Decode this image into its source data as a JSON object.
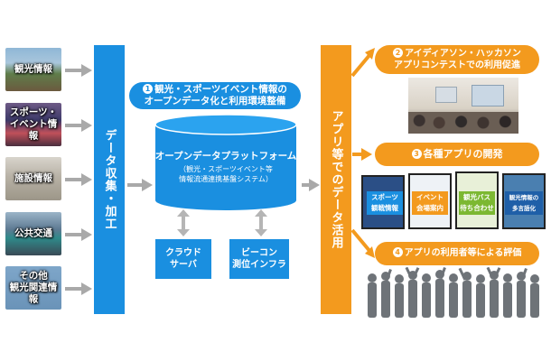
{
  "sources": [
    {
      "label_lines": [
        "観光情報"
      ]
    },
    {
      "label_lines": [
        "スポーツ・",
        "イベント情報"
      ]
    },
    {
      "label_lines": [
        "施設情報"
      ]
    },
    {
      "label_lines": [
        "公共交通"
      ]
    },
    {
      "label_lines": [
        "その他",
        "観光関連情報"
      ]
    }
  ],
  "collection_bar": {
    "label": "データ収集・加工"
  },
  "center_header": {
    "number": "1",
    "line1": "観光・スポーツイベント情報の",
    "line2": "オープンデータ化と利用環境整備"
  },
  "platform": {
    "title": "オープンデータプラットフォーム",
    "sub1": "（観光・スポーツイベント等",
    "sub2": "情報流通連携基盤システム）"
  },
  "cloud": {
    "line1": "クラウド",
    "line2": "サーバ"
  },
  "beacon": {
    "line1": "ビーコン",
    "line2": "測位インフラ"
  },
  "usage_bar": {
    "label": "アプリ等でのデータ活用"
  },
  "outcomes": [
    {
      "number": "2",
      "line1": "アイディアソン・ハッカソン",
      "line2": "アプリコンテストでの利用促進"
    },
    {
      "number": "3",
      "line1": "各種アプリの開発",
      "line2": ""
    },
    {
      "number": "4",
      "line1": "アプリの利用者等による評価",
      "line2": ""
    }
  ],
  "app_screens": [
    {
      "label_lines": [
        "スポーツ",
        "観戦情報"
      ]
    },
    {
      "label_lines": [
        "イベント",
        "会場案内"
      ]
    },
    {
      "label_lines": [
        "観光バス",
        "待ち合わせ"
      ]
    },
    {
      "label_lines": [
        "観光情報の",
        "多言語化"
      ]
    }
  ],
  "colors": {
    "blue": "#1a8fe0",
    "orange": "#f39a1e",
    "arrow_gray": "#a9a9a9",
    "silhouette": "#6e7378"
  }
}
